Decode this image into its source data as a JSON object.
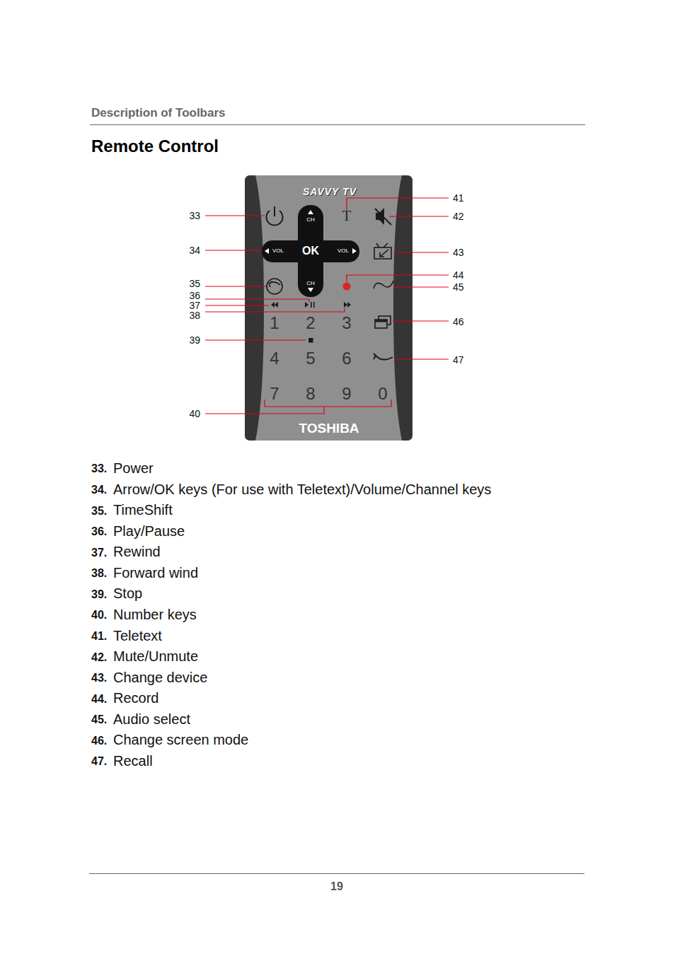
{
  "diagram": {
    "title": "Remote Control",
    "nodes": [
      {
        "text": [
          "SAVVY TV",
          "TOSHIBA"
        ]
      },
      {
        "text": [
          "CH",
          "VOL",
          "OK",
          "VOL",
          "CH"
        ],
        "in": 0
      }
    ],
    "labels": [
      "Description of Toolbars",
      "T",
      "1",
      "2",
      "3",
      "4",
      "5",
      "6",
      "7",
      "8",
      "9",
      "0",
      "33",
      "34",
      "35",
      "36",
      "37",
      "38",
      "39",
      "40",
      "41",
      "42",
      "43",
      "44",
      "45",
      "46",
      "47",
      "33.",
      "Power",
      "34.",
      "Arrow/OK keys (For use with Teletext)/Volume/Channel keys",
      "35.",
      "TimeShift",
      "36.",
      "Play/Pause",
      "37.",
      "Rewind",
      "38.",
      "Forward wind",
      "39.",
      "Stop",
      "40.",
      "Number keys",
      "41.",
      "Teletext",
      "42.",
      "Mute/Unmute",
      "43.",
      "Change device",
      "44.",
      "Record",
      "45.",
      "Audio select",
      "46.",
      "Change screen mode",
      "47.",
      "Recall",
      "19"
    ]
  }
}
